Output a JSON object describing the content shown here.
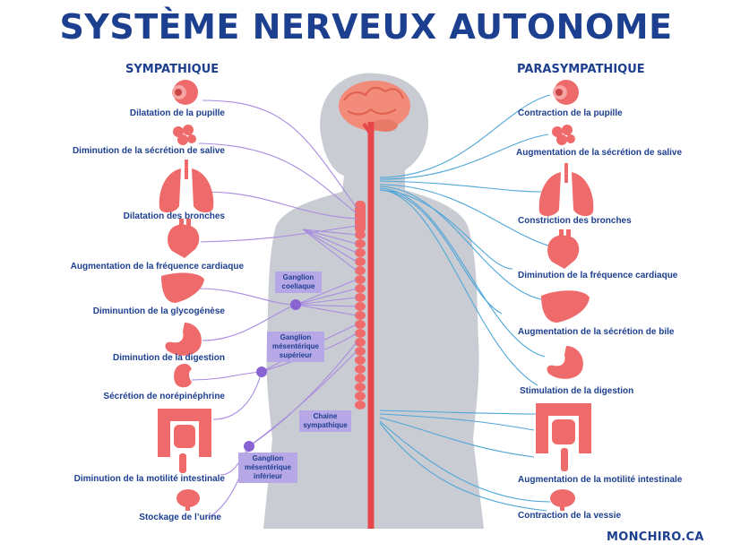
{
  "title": "SYSTÈME NERVEUX AUTONOME",
  "sympathetic_heading": "SYMPATHIQUE",
  "parasympathetic_heading": "PARASYMPATHIQUE",
  "sympathetic_effects": [
    "Dilatation de la pupille",
    "Diminution de la sécrétion de salive",
    "Dilatation des bronches",
    "Augmentation de la fréquence cardiaque",
    "Diminuntion de la glycogénèse",
    "Diminution de la digestion",
    "Sécrétion de norépinéphrine",
    "Diminution de la motilité intestinale",
    "Stockage de l’urine"
  ],
  "parasympathetic_effects": [
    "Contraction de la pupille",
    "Augmentation de la sécrétion de salive",
    "Constriction des bronches",
    "Diminution de la fréquence cardiaque",
    "Augmentation de la sécrétion de bile",
    "Stimulation de la digestion",
    "Augmentation de la motilité intestinale",
    "Contraction de la vessie"
  ],
  "ganglia": {
    "celiac": [
      "Ganglion",
      "coeliaque"
    ],
    "superior_mesenteric": [
      "Ganglion",
      "mésentérique",
      "supérieur"
    ],
    "inferior_mesenteric": [
      "Ganglion",
      "mésentérique",
      "inférieur"
    ],
    "chain": [
      "Chaine",
      "sympathique"
    ]
  },
  "watermark": "MONCHIRO.CA",
  "organ_icons_left": [
    "eye-icon",
    "salivary-gland-icon",
    "lungs-icon",
    "heart-icon",
    "liver-icon",
    "stomach-icon",
    "kidney-icon",
    "intestine-icon",
    "bladder-icon"
  ],
  "organ_icons_right": [
    "eye-icon",
    "salivary-gland-icon",
    "lungs-icon",
    "heart-icon",
    "liver-icon",
    "stomach-icon",
    "intestine-icon",
    "bladder-icon"
  ],
  "colors": {
    "title": "#1d3f8f",
    "organ": "#ef6a6a",
    "brain": "#f28b7a",
    "spine": "#e5474b",
    "ganglion": "#8a63d2",
    "ganglion_box": "#b6a7e6",
    "sympathetic_nerve": "#a98be0",
    "parasympathetic_nerve": "#4fa6d8",
    "body": "#c9ccd3"
  }
}
